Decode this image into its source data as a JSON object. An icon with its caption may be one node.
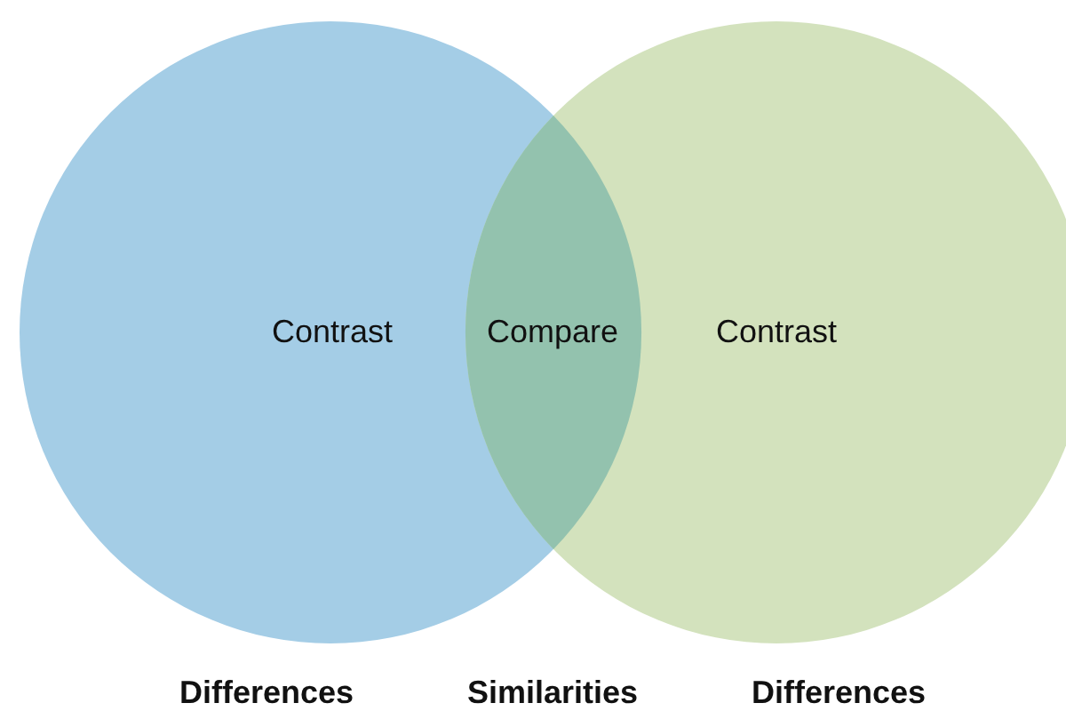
{
  "diagram": {
    "nodes": [
      {
        "text": [
          "Contrast"
        ]
      },
      {
        "text": [
          "Contrast"
        ]
      },
      {
        "text": [
          "Compare"
        ]
      }
    ],
    "labels": [
      "Differences",
      "Similarities",
      "Differences"
    ]
  }
}
